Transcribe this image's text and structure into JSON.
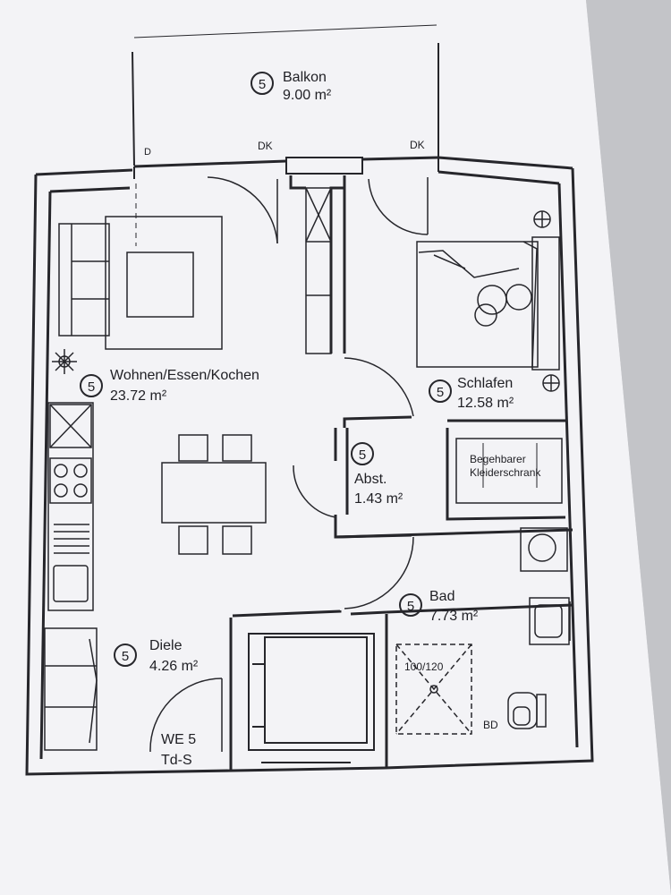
{
  "rooms": {
    "balkon": {
      "number": "5",
      "name": "Balkon",
      "area": "9.00 m²"
    },
    "wohnen": {
      "number": "5",
      "name": "Wohnen/Essen/Kochen",
      "area": "23.72 m²"
    },
    "schlafen": {
      "number": "5",
      "name": "Schlafen",
      "area": "12.58 m²"
    },
    "abst": {
      "number": "5",
      "name": "Abst.",
      "area": "1.43 m²"
    },
    "bad": {
      "number": "5",
      "name": "Bad",
      "area": "7.73 m²"
    },
    "diele": {
      "number": "5",
      "name": "Diele",
      "area": "4.26 m²"
    }
  },
  "wardrobe": {
    "line1": "Begehbarer",
    "line2": "Kleiderschrank"
  },
  "unit": {
    "line1": "WE 5",
    "line2": "Td-S"
  },
  "markers": {
    "d": "D",
    "dk_left": "DK",
    "dk_right": "DK",
    "shower_size": "100/120",
    "bd": "BD"
  },
  "colors": {
    "paper": "#f4f4f6",
    "ink": "#26262b",
    "background": "#c9c9cc"
  }
}
